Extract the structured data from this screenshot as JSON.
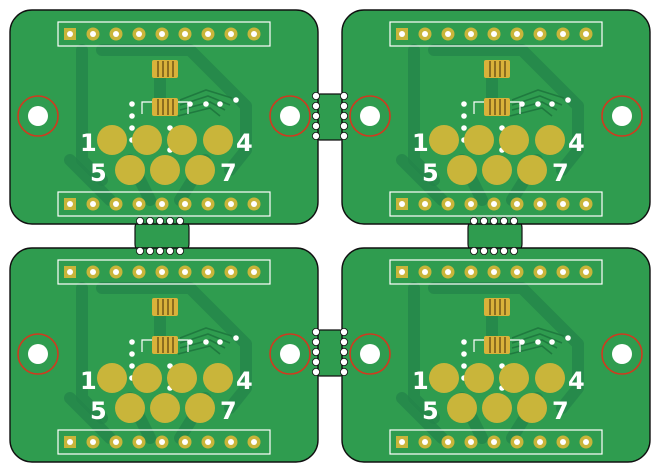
{
  "board": {
    "panel_count": 4,
    "colors": {
      "background": "#ffffff",
      "board_fill": "#2f9c4f",
      "board_outline": "#111111",
      "trace": "#24844a",
      "gold": "#c9b53a",
      "drill": "#ffffff",
      "keepout_ring": "#d03a1f",
      "silkscreen": "#ffffff",
      "resistor_body": "#d9b23a"
    },
    "icons": {
      "pad": "gold-round-pad",
      "pin_header": "square-plus-round-pad-row",
      "mounting_hole": "drilled-hole-with-red-ring",
      "resistor": "smd-resistor-footprint"
    }
  },
  "labels": {
    "pad_1": "1",
    "pad_4": "4",
    "pad_5": "5",
    "pad_7": "7"
  }
}
